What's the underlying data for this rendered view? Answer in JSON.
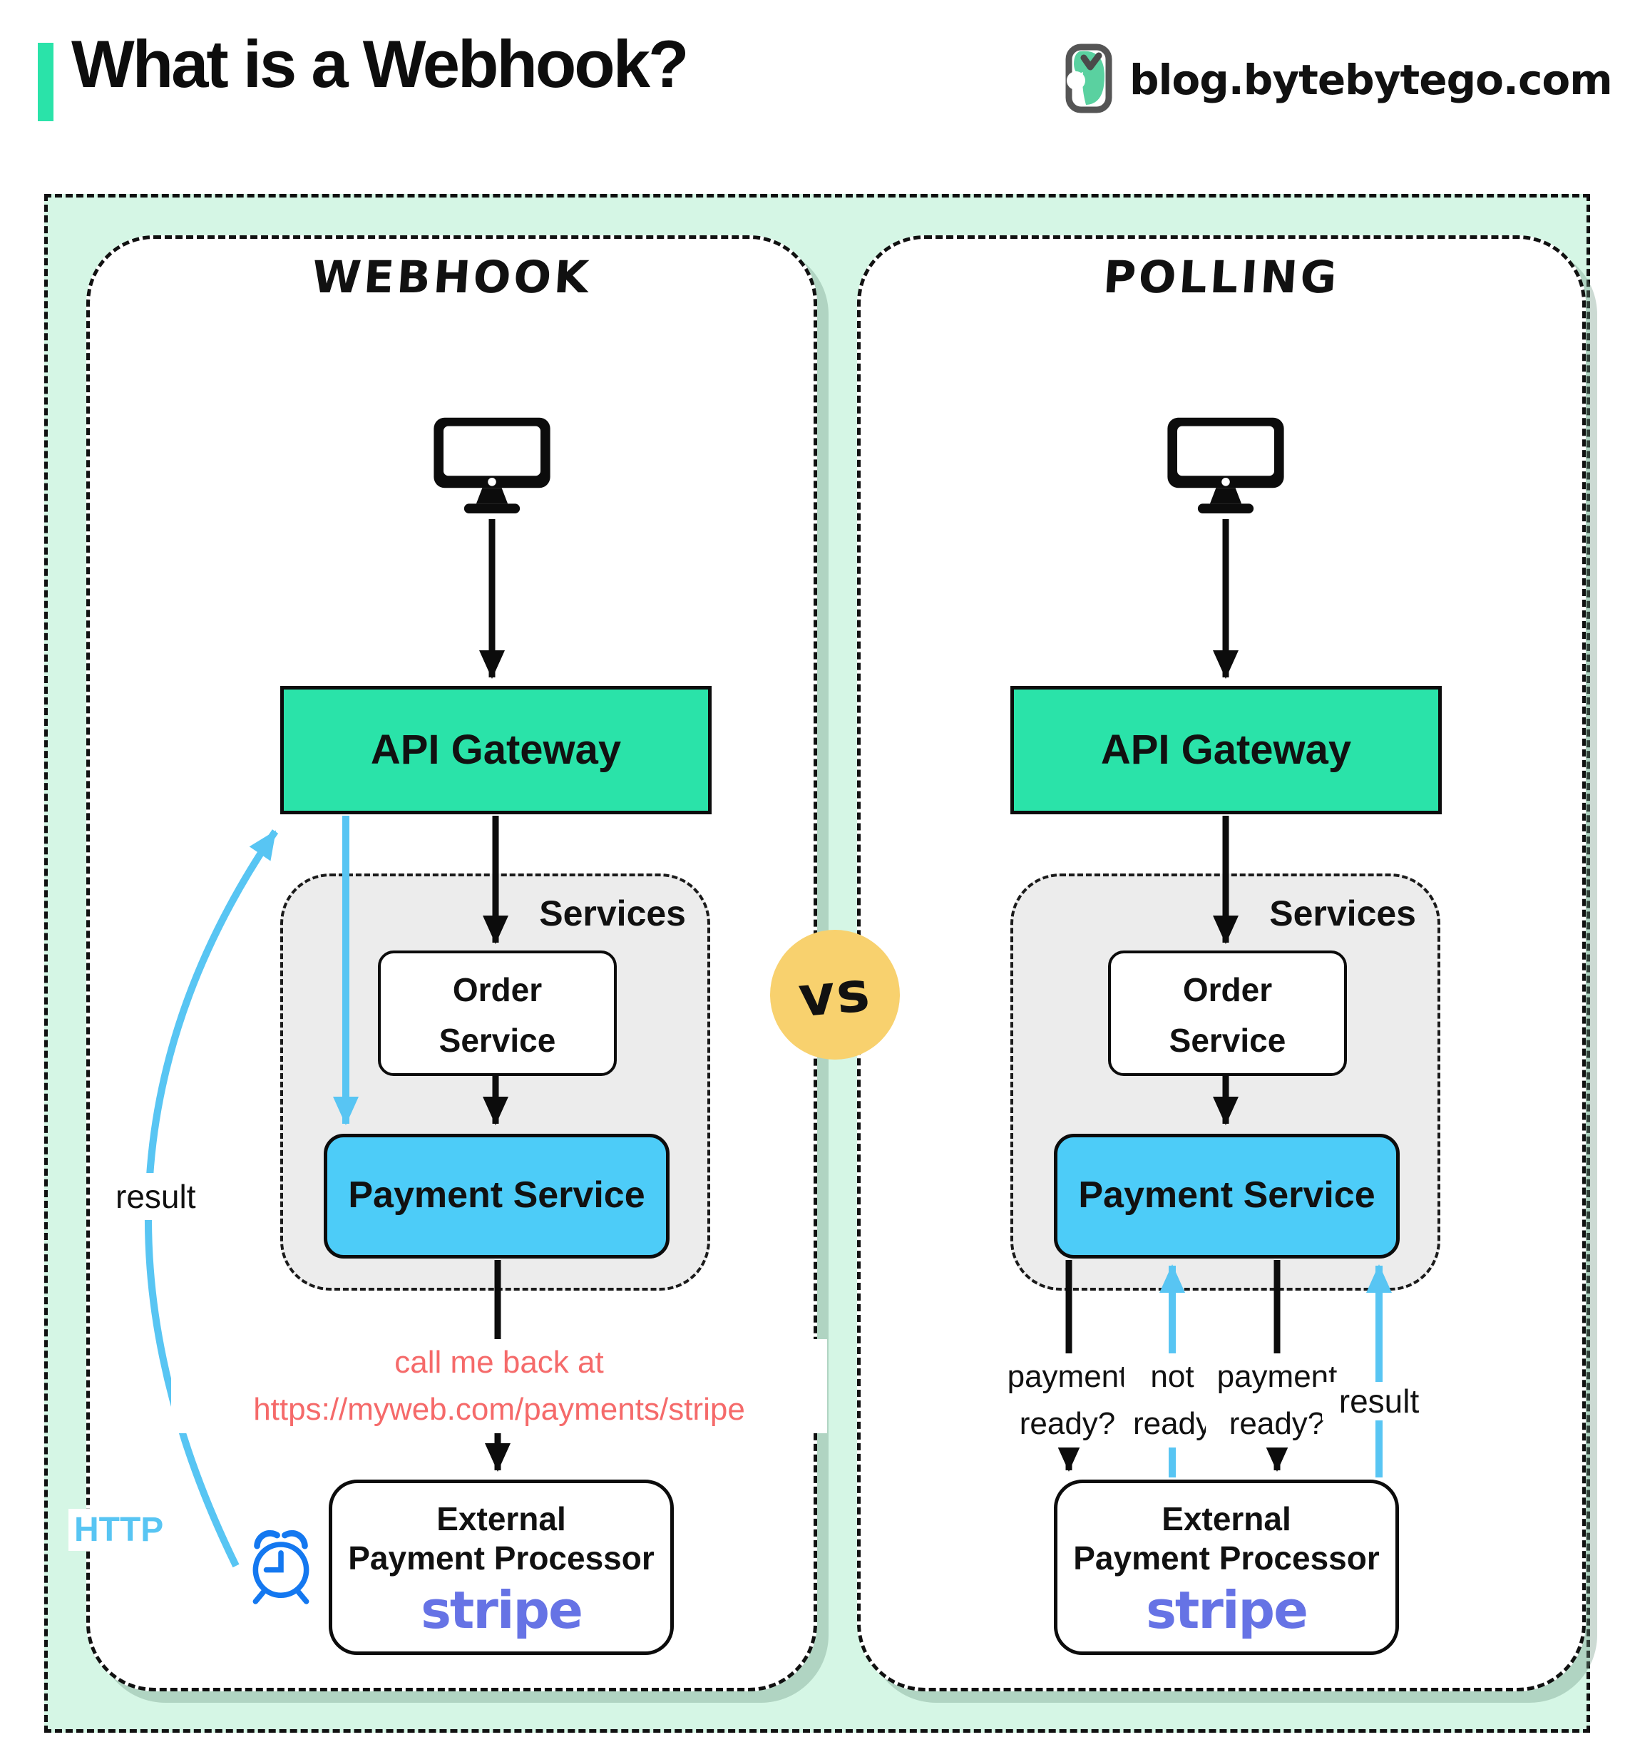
{
  "header": {
    "title": "What is a Webhook?",
    "site": "blog.bytebytego.com"
  },
  "comparison": {
    "vs_label": "vs"
  },
  "webhook": {
    "title": "Webhook",
    "api_gateway": "API Gateway",
    "services_label": "Services",
    "order_service": "Order\nService",
    "payment_service": "Payment Service",
    "callback_note": "call me back at\nhttps://myweb.com/payments/stripe",
    "http_label": "HTTP",
    "result_label": "result",
    "processor_line1": "External",
    "processor_line2": "Payment Processor",
    "processor_brand": "stripe"
  },
  "polling": {
    "title": "Polling",
    "api_gateway": "API Gateway",
    "services_label": "Services",
    "order_service": "Order\nService",
    "payment_service": "Payment Service",
    "arrow_labels": {
      "request1": "payment\nready?",
      "response1": "not\nready",
      "request2": "payment\nready?",
      "result": "result"
    },
    "processor_line1": "External",
    "processor_line2": "Payment Processor",
    "processor_brand": "stripe"
  },
  "colors": {
    "accent_teal": "#2ae3a9",
    "mint_background": "#d5f6e5",
    "payment_blue": "#4dccf8",
    "arrow_blue": "#58c5f3",
    "note_red": "#f56a6a",
    "vs_yellow": "#f8d16e",
    "stripe_purple": "#6673e5",
    "clock_blue": "#1478f0"
  }
}
